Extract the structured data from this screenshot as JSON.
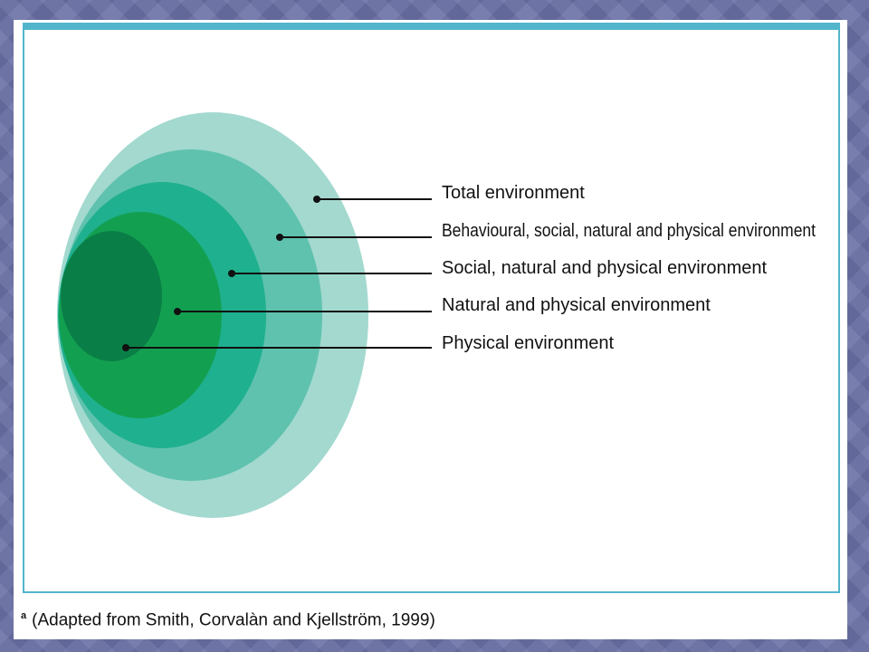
{
  "colors": {
    "background": "#6b73a8",
    "frame": "#52b5cc",
    "ring_total": "#a3d9cf",
    "ring_behavioural": "#5fc2ae",
    "ring_social": "#1fb08f",
    "ring_natural": "#12a050",
    "ring_physical": "#0a7e47"
  },
  "diagram": {
    "labels": [
      {
        "id": "total",
        "text": "Total environment"
      },
      {
        "id": "behavioural",
        "text": "Behavioural, social, natural and physical environment"
      },
      {
        "id": "social",
        "text": "Social, natural and physical environment"
      },
      {
        "id": "natural",
        "text": "Natural and physical environment"
      },
      {
        "id": "physical",
        "text": "Physical environment"
      }
    ]
  },
  "source": {
    "marker": "a",
    "text": "(Adapted from Smith, Corvalàn and Kjellström, 1999)"
  }
}
